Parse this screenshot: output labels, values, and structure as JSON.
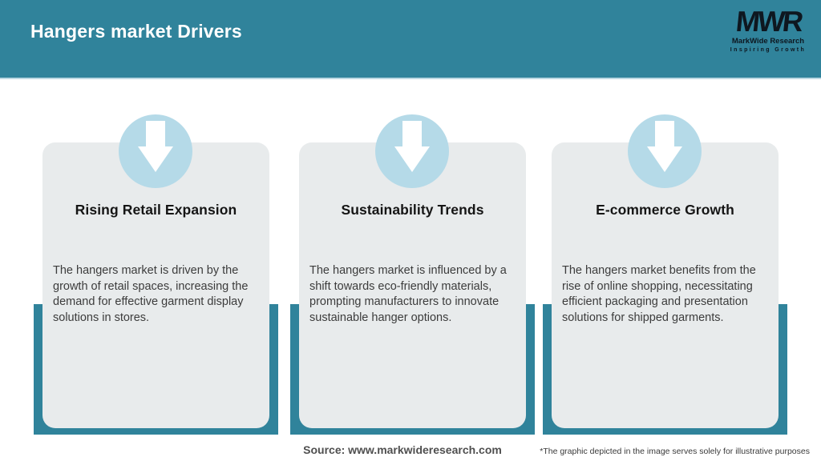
{
  "header": {
    "title": "Hangers market Drivers",
    "logo": {
      "monogram": "MWR",
      "company": "MarkWide Research",
      "tagline": "Inspiring Growth"
    }
  },
  "cards": [
    {
      "icon": "arrow-down-icon",
      "title": "Rising Retail Expansion",
      "body": "The hangers market is driven by the\ngrowth of retail spaces, increasing the\ndemand for effective garment display\nsolutions in stores."
    },
    {
      "icon": "arrow-down-icon",
      "title": "Sustainability Trends",
      "body": "The hangers market is influenced by a\nshift towards eco-friendly materials,\nprompting manufacturers to innovate\nsustainable hanger options."
    },
    {
      "icon": "arrow-down-icon",
      "title": "E-commerce Growth",
      "body": "The hangers market benefits from the\nrise of online shopping, necessitating\nefficient packaging and presentation\nsolutions for shipped garments."
    }
  ],
  "footer": {
    "source": "Source: www.markwideresearch.com",
    "disclaimer": "*The graphic depicted in the image serves solely for illustrative purposes"
  },
  "colors": {
    "header_teal": "#30839B",
    "band_teal": "#30839B",
    "circle_light_blue": "#B5DAE8",
    "card_background": "#E8EBEC",
    "title_text": "#151515",
    "body_text": "#3C3C3C"
  }
}
